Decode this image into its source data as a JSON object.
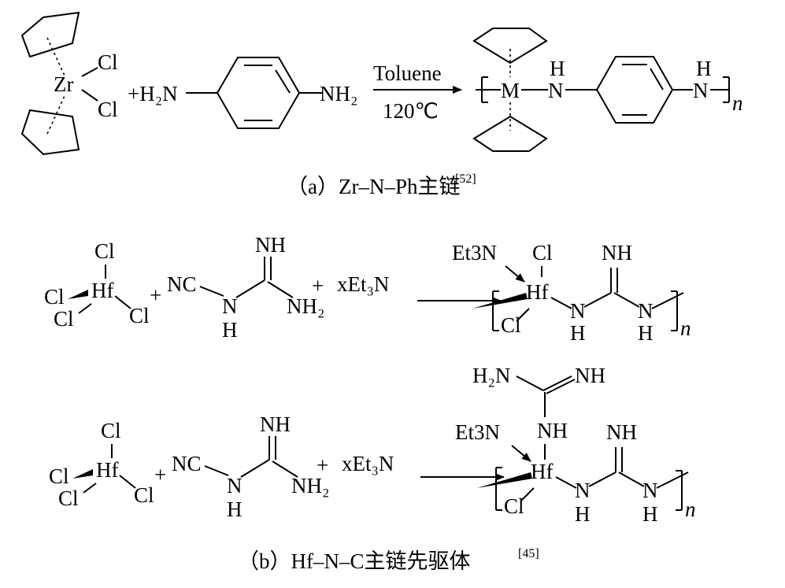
{
  "panel_a": {
    "caption": "（a）Zr–N–Ph主链",
    "caption_ref": "[52]",
    "metal": "Zr",
    "cl1": "Cl",
    "cl2": "Cl",
    "plus_amine": "+H₂N",
    "nh2": "NH₂",
    "cond_top": "Toluene",
    "cond_bottom": "120℃",
    "prod_metal": "M",
    "prod_h1": "H",
    "prod_n1": "N",
    "prod_h2": "H",
    "prod_n2": "N",
    "n_sub": "n"
  },
  "panel_b1": {
    "hf": "Hf",
    "cl_top": "Cl",
    "cl_left1": "Cl",
    "cl_left2": "Cl",
    "cl_right": "Cl",
    "plus1": "+",
    "nc": "NC",
    "nh_top": "NH",
    "n_mid": "N",
    "h_mid": "H",
    "nh2": "NH₂",
    "plus2": "+",
    "base": "xEt₃N",
    "p_et3n": "Et3N",
    "p_cl_top": "Cl",
    "p_hf": "Hf",
    "p_cl_bottom": "Cl",
    "p_n1": "N",
    "p_h1": "H",
    "p_nh_top": "NH",
    "p_n2": "N",
    "p_h2": "H",
    "n_sub": "n"
  },
  "panel_b2": {
    "hf": "Hf",
    "cl_top": "Cl",
    "cl_left1": "Cl",
    "cl_left2": "Cl",
    "cl_right": "Cl",
    "plus1": "+",
    "nc": "NC",
    "nh_top": "NH",
    "n_mid": "N",
    "h_mid": "H",
    "nh2": "NH₂",
    "plus2": "+",
    "base": "xEt₃N",
    "p_h2n": "H₂N",
    "p_nh_a": "NH",
    "p_nh_b": "NH",
    "p_et3n": "Et3N",
    "p_hf": "Hf",
    "p_cl_bottom": "Cl",
    "p_n1": "N",
    "p_h1": "H",
    "p_nh_top": "NH",
    "p_n2": "N",
    "p_h2": "H",
    "n_sub": "n",
    "caption": "（b）Hf–N–C主链先驱体",
    "caption_ref": "[45]"
  }
}
